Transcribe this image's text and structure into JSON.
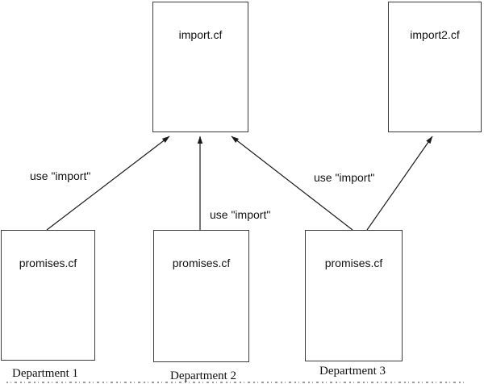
{
  "diagram": {
    "background_color": "#ffffff",
    "arrow_color": "#1a1a1a",
    "box_border_color": "#3c3c3c",
    "nodes": [
      {
        "id": "import-cf",
        "label": "import.cf"
      },
      {
        "id": "import2-cf",
        "label": "import2.cf"
      },
      {
        "id": "promises-cf-dept1",
        "label": "promises.cf",
        "caption": "Department 1"
      },
      {
        "id": "promises-cf-dept2",
        "label": "promises.cf",
        "caption": "Department 2"
      },
      {
        "id": "promises-cf-dept3",
        "label": "promises.cf",
        "caption": "Department 3"
      }
    ],
    "edges": [
      {
        "from": "promises-cf-dept1",
        "to": "import-cf",
        "label": "use \"import\""
      },
      {
        "from": "promises-cf-dept2",
        "to": "import-cf",
        "label": "use \"import\""
      },
      {
        "from": "promises-cf-dept3",
        "to": "import-cf",
        "label": ""
      },
      {
        "from": "promises-cf-dept3",
        "to": "import2-cf",
        "label": "use \"import\""
      }
    ]
  }
}
